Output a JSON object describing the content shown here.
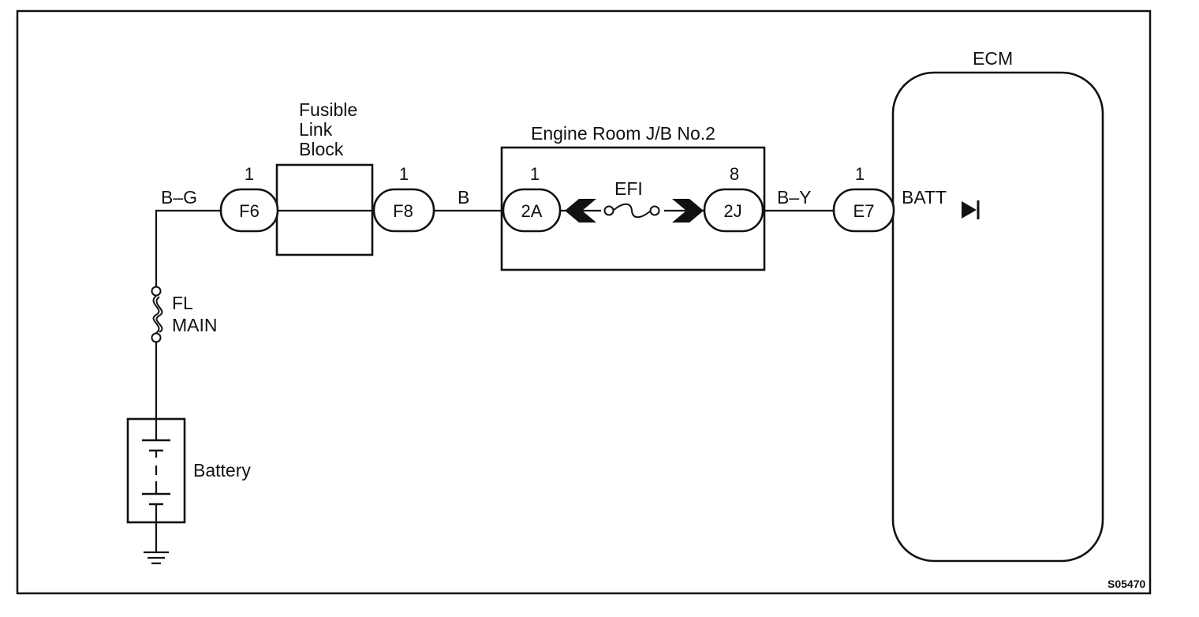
{
  "fusible_link_block": {
    "line1": "Fusible",
    "line2": "Link",
    "line3": "Block"
  },
  "junction_box": {
    "title": "Engine Room J/B No.2",
    "fuse_label": "EFI"
  },
  "ecm": {
    "title": "ECM",
    "batt_label": "BATT"
  },
  "wires": {
    "bg": "B–G",
    "b": "B",
    "by": "B–Y"
  },
  "connectors": {
    "f6": {
      "pin": "1",
      "code": "F6"
    },
    "f8": {
      "pin": "1",
      "code": "F8"
    },
    "2a": {
      "pin": "1",
      "code": "2A"
    },
    "2j": {
      "pin": "8",
      "code": "2J"
    },
    "e7": {
      "pin": "1",
      "code": "E7"
    }
  },
  "fl_main": {
    "line1": "FL",
    "line2": "MAIN"
  },
  "battery": {
    "label": "Battery"
  },
  "figure_code": "S05470"
}
